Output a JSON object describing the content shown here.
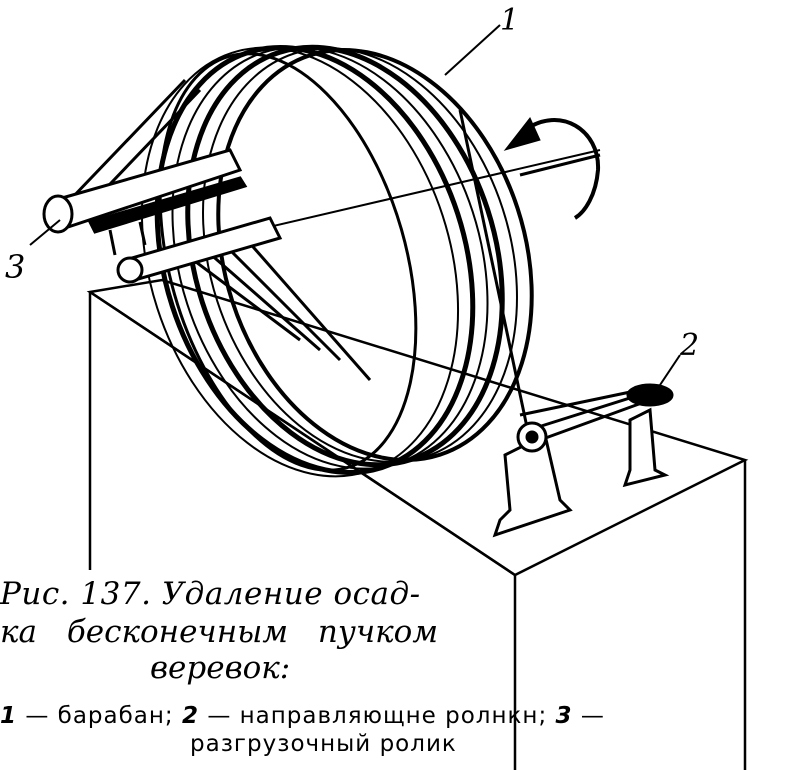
{
  "labels": {
    "drum": "1",
    "guide_rollers": "2",
    "unloading_roller": "3"
  },
  "caption": {
    "line1": "Рис. 137. Удаление осад-",
    "line2": "ка бесконечным пучком",
    "line3": "веревок:"
  },
  "legend": {
    "n1": "1",
    "t1": " — барабан;  ",
    "n2": "2",
    "t2": " — направляющне ролнкн;  ",
    "n3": "3",
    "t3": " —",
    "line2": "разгрузочный ролик"
  }
}
